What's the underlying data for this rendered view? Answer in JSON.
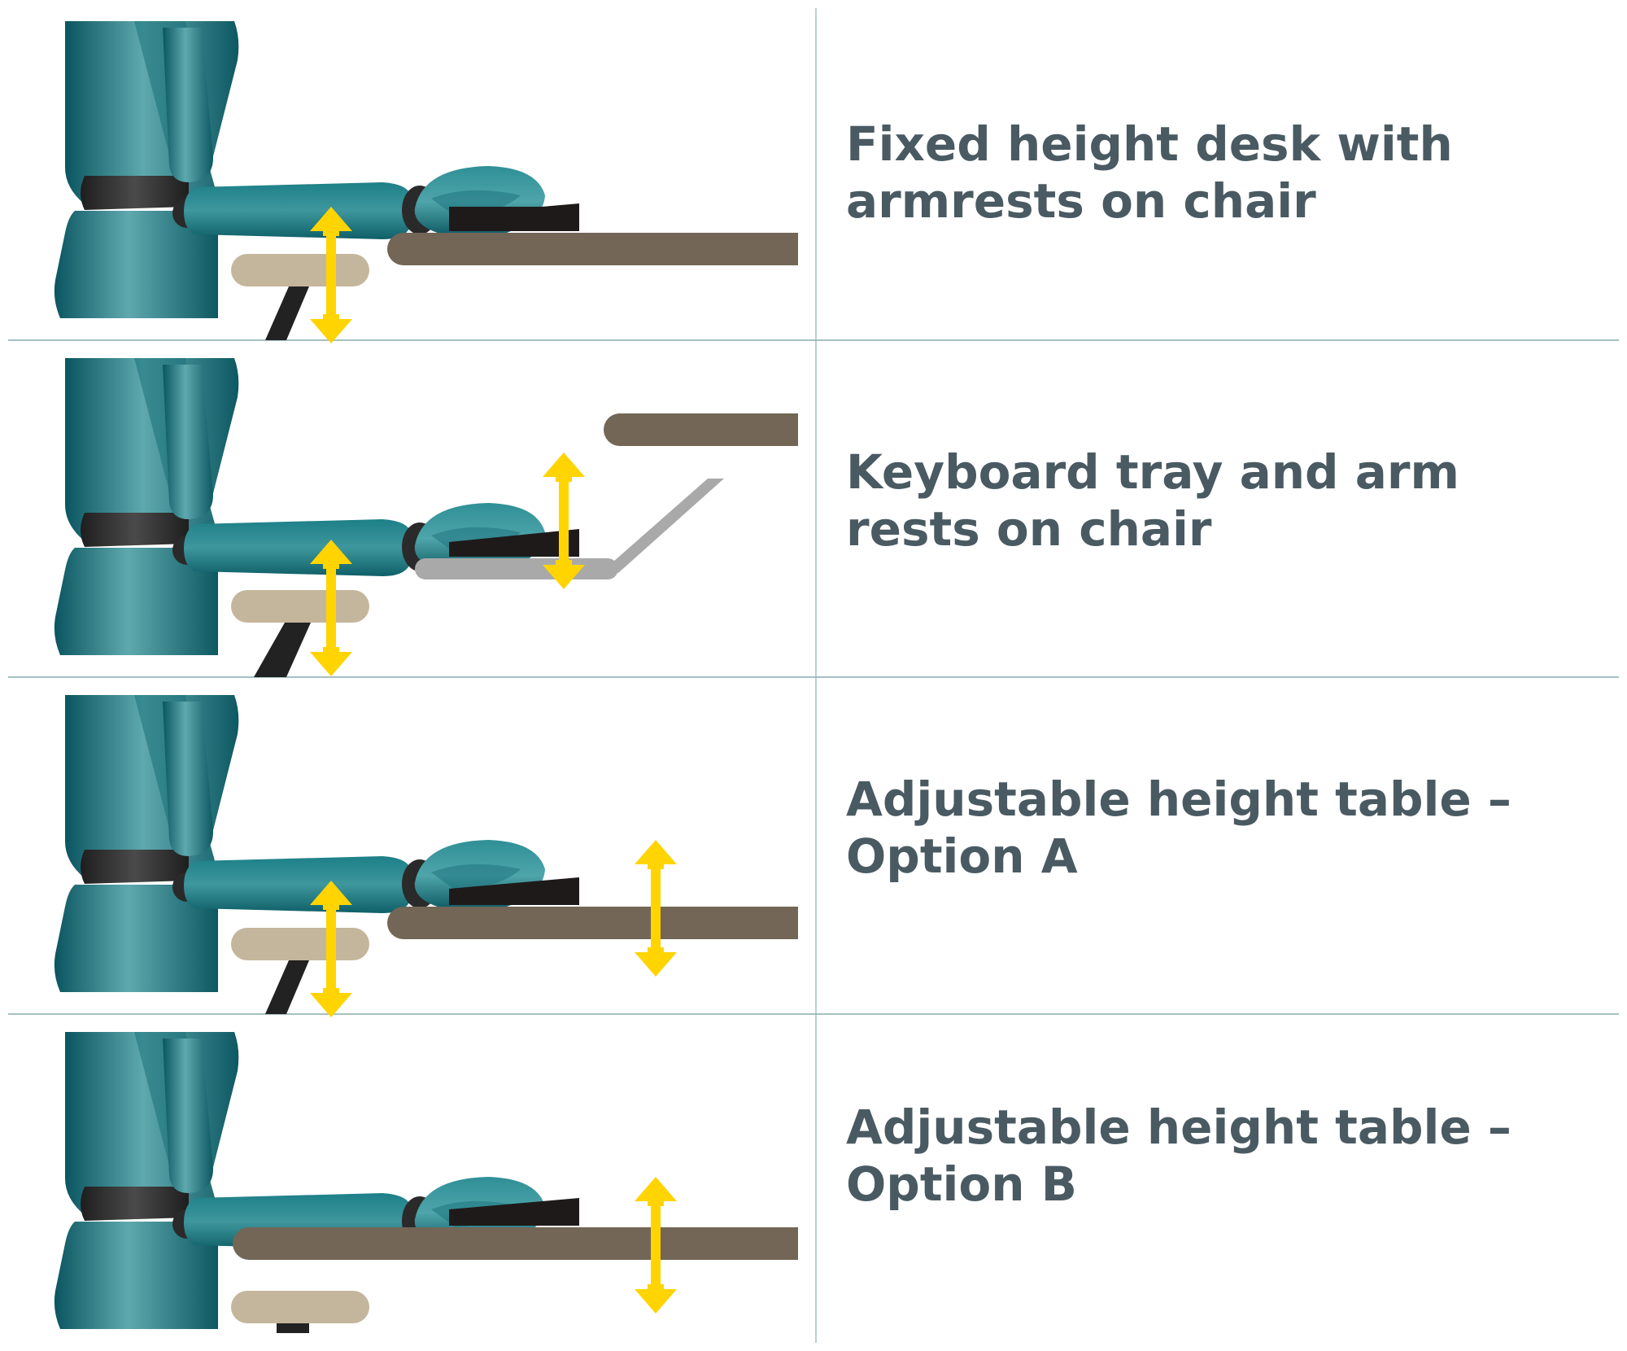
{
  "panels": [
    {
      "caption_lines": [
        "Fixed height desk with",
        "armrests on chair"
      ],
      "surface": "fixed desk",
      "armrest_adjustable": true,
      "surface_adjustable": false
    },
    {
      "caption_lines": [
        "Keyboard tray and arm",
        "rests on chair"
      ],
      "surface": "keyboard tray",
      "armrest_adjustable": true,
      "surface_adjustable": true
    },
    {
      "caption_lines": [
        "Adjustable height table –",
        "Option A"
      ],
      "surface": "adjustable table",
      "armrest_adjustable": true,
      "surface_adjustable": true
    },
    {
      "caption_lines": [
        "Adjustable height table –",
        "Option B"
      ],
      "surface": "adjustable table",
      "armrest_adjustable": false,
      "surface_adjustable": true
    }
  ],
  "colors": {
    "figure_teal": "#1f7b85",
    "figure_dark": "#0d5059",
    "armrest": "#c4b69c",
    "desk": "#736656",
    "tray": "#a9a9a9",
    "keyboard": "#1f1a1a",
    "arrow": "#ffd400",
    "divider": "#8fb1b4",
    "caption_text": "#4a5a62"
  },
  "icons": [
    "up-down-arrow-icon"
  ]
}
